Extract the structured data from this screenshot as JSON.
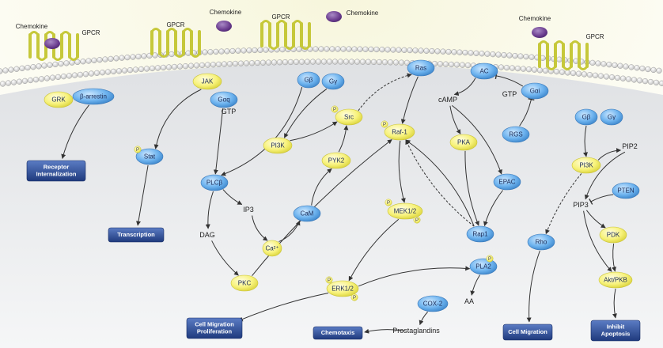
{
  "colors": {
    "blue_node": "#5aa6e6",
    "yellow_node": "#f4ef6a",
    "outcome": "#2b4b95",
    "ligand": "#6a3c8e",
    "receptor": "#c6c83a",
    "arrow": "#333333",
    "membrane": "#c9c9c9"
  },
  "ligands": [
    {
      "id": "chemokine1",
      "label": "Chemokine"
    },
    {
      "id": "chemokine2",
      "label": "Chemokine"
    },
    {
      "id": "chemokine3",
      "label": "Chemokine"
    },
    {
      "id": "chemokine4",
      "label": "Chemokine"
    }
  ],
  "receptors": [
    {
      "id": "gpcr1",
      "label": "GPCR"
    },
    {
      "id": "gpcr2",
      "label": "GPCR"
    },
    {
      "id": "gpcr3",
      "label": "GPCR"
    },
    {
      "id": "gpcr4",
      "label": "GPCR"
    }
  ],
  "nodes": [
    {
      "id": "grk",
      "label": "GRK",
      "color": "yellow"
    },
    {
      "id": "barrestin",
      "label": "β-arrestin",
      "color": "blue"
    },
    {
      "id": "jak",
      "label": "JAK",
      "color": "yellow"
    },
    {
      "id": "galphaq",
      "label": "Gαq",
      "color": "blue"
    },
    {
      "id": "gbeta1",
      "label": "Gβ",
      "color": "blue"
    },
    {
      "id": "ggamma1",
      "label": "Gγ",
      "color": "blue"
    },
    {
      "id": "ras",
      "label": "Ras",
      "color": "blue"
    },
    {
      "id": "ac",
      "label": "AC",
      "color": "blue"
    },
    {
      "id": "galphai",
      "label": "Gαi",
      "color": "blue"
    },
    {
      "id": "stat",
      "label": "Stat",
      "color": "blue"
    },
    {
      "id": "plcb",
      "label": "PLCβ",
      "color": "blue"
    },
    {
      "id": "pi3k1",
      "label": "PI3K",
      "color": "yellow"
    },
    {
      "id": "src",
      "label": "Src",
      "color": "yellow"
    },
    {
      "id": "raf1",
      "label": "Raf-1",
      "color": "yellow"
    },
    {
      "id": "pka",
      "label": "PKA",
      "color": "yellow"
    },
    {
      "id": "rgs",
      "label": "RGS",
      "color": "blue"
    },
    {
      "id": "gbeta2",
      "label": "Gβ",
      "color": "blue"
    },
    {
      "id": "ggamma2",
      "label": "Gγ",
      "color": "blue"
    },
    {
      "id": "pyk2",
      "label": "PYK2",
      "color": "yellow"
    },
    {
      "id": "epac",
      "label": "EPAC",
      "color": "blue"
    },
    {
      "id": "pi3k2",
      "label": "PI3K",
      "color": "yellow"
    },
    {
      "id": "pten",
      "label": "PTEN",
      "color": "blue"
    },
    {
      "id": "cam",
      "label": "CaM",
      "color": "blue"
    },
    {
      "id": "ca",
      "label": "Ca²⁺",
      "color": "yellow"
    },
    {
      "id": "mek12",
      "label": "MEK1/2",
      "color": "yellow"
    },
    {
      "id": "rap1",
      "label": "Rap1",
      "color": "blue"
    },
    {
      "id": "rho",
      "label": "Rho",
      "color": "blue"
    },
    {
      "id": "pdk",
      "label": "PDK",
      "color": "yellow"
    },
    {
      "id": "pkc",
      "label": "PKC",
      "color": "yellow"
    },
    {
      "id": "erk12",
      "label": "ERK1/2",
      "color": "yellow"
    },
    {
      "id": "pla2",
      "label": "PLA2",
      "color": "blue"
    },
    {
      "id": "aktpkb",
      "label": "Akt/PKB",
      "color": "yellow"
    },
    {
      "id": "cox2",
      "label": "COX-2",
      "color": "blue"
    }
  ],
  "text_labels": [
    {
      "id": "gtp1",
      "label": "GTP"
    },
    {
      "id": "camp",
      "label": "cAMP"
    },
    {
      "id": "gtp2",
      "label": "GTP"
    },
    {
      "id": "pip2",
      "label": "PIP2"
    },
    {
      "id": "ip3",
      "label": "IP3"
    },
    {
      "id": "pip3",
      "label": "PIP3"
    },
    {
      "id": "dag",
      "label": "DAG"
    },
    {
      "id": "aa",
      "label": "AA"
    },
    {
      "id": "prostaglandins",
      "label": "Prostaglandins"
    }
  ],
  "outcomes": [
    {
      "id": "receptor_internalization",
      "lines": [
        "Receptor",
        "Internalization"
      ]
    },
    {
      "id": "transcription",
      "lines": [
        "Transcription"
      ]
    },
    {
      "id": "cell_migration_proliferation",
      "lines": [
        "Cell Migration",
        "Proliferation"
      ]
    },
    {
      "id": "chemotaxis",
      "lines": [
        "Chemotaxis"
      ]
    },
    {
      "id": "cell_migration",
      "lines": [
        "Cell Migration"
      ]
    },
    {
      "id": "inhibit_apoptosis",
      "lines": [
        "Inhibit",
        "Apoptosis"
      ]
    }
  ],
  "phospho_label": "P",
  "edges": [
    {
      "from": "barrestin",
      "to": "receptor_internalization",
      "style": "solid"
    },
    {
      "from": "jak",
      "to": "stat",
      "style": "solid"
    },
    {
      "from": "stat",
      "to": "transcription",
      "style": "solid"
    },
    {
      "from": "galphaq",
      "to": "plcb",
      "style": "solid"
    },
    {
      "from": "gbeta1",
      "to": "plcb",
      "style": "solid"
    },
    {
      "from": "ggamma1",
      "to": "pi3k1",
      "style": "solid"
    },
    {
      "from": "pi3k1",
      "to": "src",
      "style": "solid"
    },
    {
      "from": "src",
      "to": "ras",
      "style": "dashed"
    },
    {
      "from": "ras",
      "to": "raf1",
      "style": "solid"
    },
    {
      "from": "plcb",
      "to": "ip3",
      "style": "solid"
    },
    {
      "from": "plcb",
      "to": "dag",
      "style": "solid"
    },
    {
      "from": "ip3",
      "to": "ca",
      "style": "solid"
    },
    {
      "from": "ca",
      "to": "cam",
      "style": "solid"
    },
    {
      "from": "cam",
      "to": "pyk2",
      "style": "solid"
    },
    {
      "from": "pyk2",
      "to": "src",
      "style": "solid"
    },
    {
      "from": "dag",
      "to": "pkc",
      "style": "solid"
    },
    {
      "from": "pkc",
      "to": "raf1",
      "style": "solid"
    },
    {
      "from": "raf1",
      "to": "mek12",
      "style": "solid"
    },
    {
      "from": "mek12",
      "to": "erk12",
      "style": "solid"
    },
    {
      "from": "erk12",
      "to": "pla2",
      "style": "solid"
    },
    {
      "from": "erk12",
      "to": "cell_migration_proliferation",
      "style": "solid"
    },
    {
      "from": "pla2",
      "to": "aa",
      "style": "solid"
    },
    {
      "from": "cox2",
      "to": "prostaglandins",
      "style": "solid"
    },
    {
      "from": "prostaglandins",
      "to": "chemotaxis",
      "style": "solid"
    },
    {
      "from": "ac",
      "to": "camp",
      "style": "solid"
    },
    {
      "from": "camp",
      "to": "pka",
      "style": "solid"
    },
    {
      "from": "camp",
      "to": "epac",
      "style": "solid"
    },
    {
      "from": "pka",
      "to": "rap1",
      "style": "solid"
    },
    {
      "from": "epac",
      "to": "rap1",
      "style": "solid"
    },
    {
      "from": "rap1",
      "to": "raf1",
      "style": "solid"
    },
    {
      "from": "rap1",
      "to": "raf1",
      "style": "dashed"
    },
    {
      "from": "galphai",
      "to": "ac",
      "style": "inhibit"
    },
    {
      "from": "rgs",
      "to": "galphai",
      "style": "inhibit"
    },
    {
      "from": "gbeta2",
      "to": "pi3k2",
      "style": "solid"
    },
    {
      "from": "pi3k2",
      "to": "pip2",
      "style": "solid"
    },
    {
      "from": "pip2",
      "to": "pip3",
      "style": "solid"
    },
    {
      "from": "pten",
      "to": "pip3",
      "style": "inhibit"
    },
    {
      "from": "pi3k2",
      "to": "rho",
      "style": "dashed"
    },
    {
      "from": "rho",
      "to": "cell_migration",
      "style": "solid"
    },
    {
      "from": "pip3",
      "to": "pdk",
      "style": "solid"
    },
    {
      "from": "pip3",
      "to": "aktpkb",
      "style": "solid"
    },
    {
      "from": "pdk",
      "to": "aktpkb",
      "style": "solid"
    },
    {
      "from": "aktpkb",
      "to": "inhibit_apoptosis",
      "style": "solid"
    }
  ]
}
